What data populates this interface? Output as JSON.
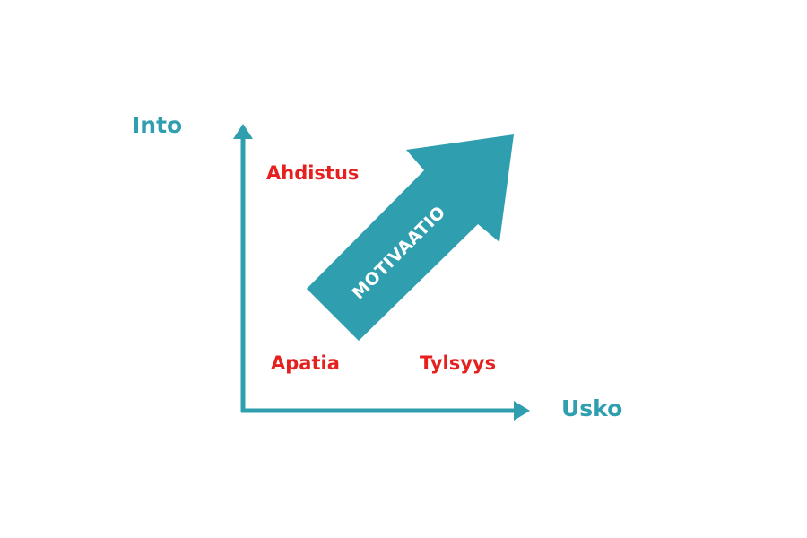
{
  "colors": {
    "accent": "#2f9fb0",
    "zone": "#e4211f"
  },
  "axes": {
    "y_label": "Into",
    "x_label": "Usko"
  },
  "zones": {
    "top_left": "Ahdistus",
    "bottom_left": "Apatia",
    "bottom_right": "Tylsyys"
  },
  "arrow": {
    "label": "MOTIVAATIO"
  }
}
